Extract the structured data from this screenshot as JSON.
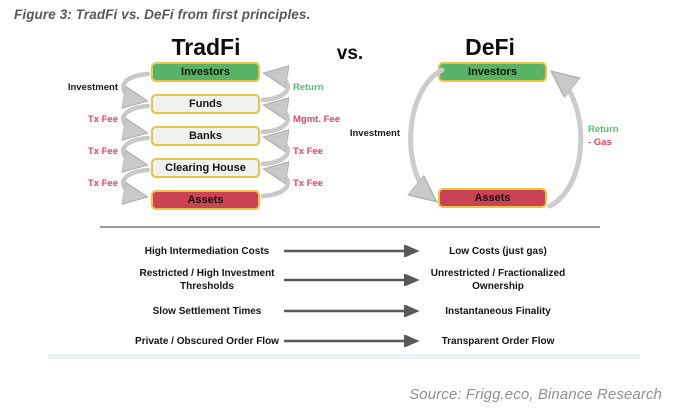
{
  "figure_title": "Figure 3: TradFi vs. DeFi from first principles.",
  "vs_label": "vs.",
  "tradfi": {
    "heading": "TradFi",
    "boxes": [
      {
        "label": "Investors",
        "type": "green"
      },
      {
        "label": "Funds",
        "type": "neutral"
      },
      {
        "label": "Banks",
        "type": "neutral"
      },
      {
        "label": "Clearing House",
        "type": "neutral"
      },
      {
        "label": "Assets",
        "type": "red"
      }
    ],
    "left_flow_labels": [
      {
        "text": "Investment",
        "color": "black"
      },
      {
        "text": "Tx Fee",
        "color": "red"
      },
      {
        "text": "Tx Fee",
        "color": "red"
      },
      {
        "text": "Tx Fee",
        "color": "red"
      }
    ],
    "right_flow_labels": [
      {
        "text": "Return",
        "color": "green"
      },
      {
        "text": "Mgmt. Fee",
        "color": "red"
      },
      {
        "text": "Tx Fee",
        "color": "red"
      },
      {
        "text": "Tx Fee",
        "color": "red"
      }
    ]
  },
  "defi": {
    "heading": "DeFi",
    "boxes": [
      {
        "label": "Investors",
        "type": "green"
      },
      {
        "label": "Assets",
        "type": "red"
      }
    ],
    "left_flow_label": "Investment",
    "right_flow_label_return": "Return",
    "right_flow_label_gas": "- Gas"
  },
  "comparisons": [
    {
      "tradfi": "High Intermediation Costs",
      "defi": "Low Costs (just gas)"
    },
    {
      "tradfi": "Restricted / High Investment Thresholds",
      "defi": "Unrestricted / Fractionalized Ownership"
    },
    {
      "tradfi": "Slow Settlement Times",
      "defi": "Instantaneous Finality"
    },
    {
      "tradfi": "Private / Obscured Order Flow",
      "defi": "Transparent Order Flow"
    }
  ],
  "source": "Source: Frigg.eco, Binance Research",
  "colors": {
    "box_green": "#59b366",
    "box_red": "#c94355",
    "box_neutral": "#f1f1f1",
    "box_border_gold": "#eac344",
    "label_red": "#e4465e",
    "label_green": "#56bd72",
    "flow_arrow_gray": "#c9c9c9",
    "comparison_arrow_dark": "#58595b"
  }
}
